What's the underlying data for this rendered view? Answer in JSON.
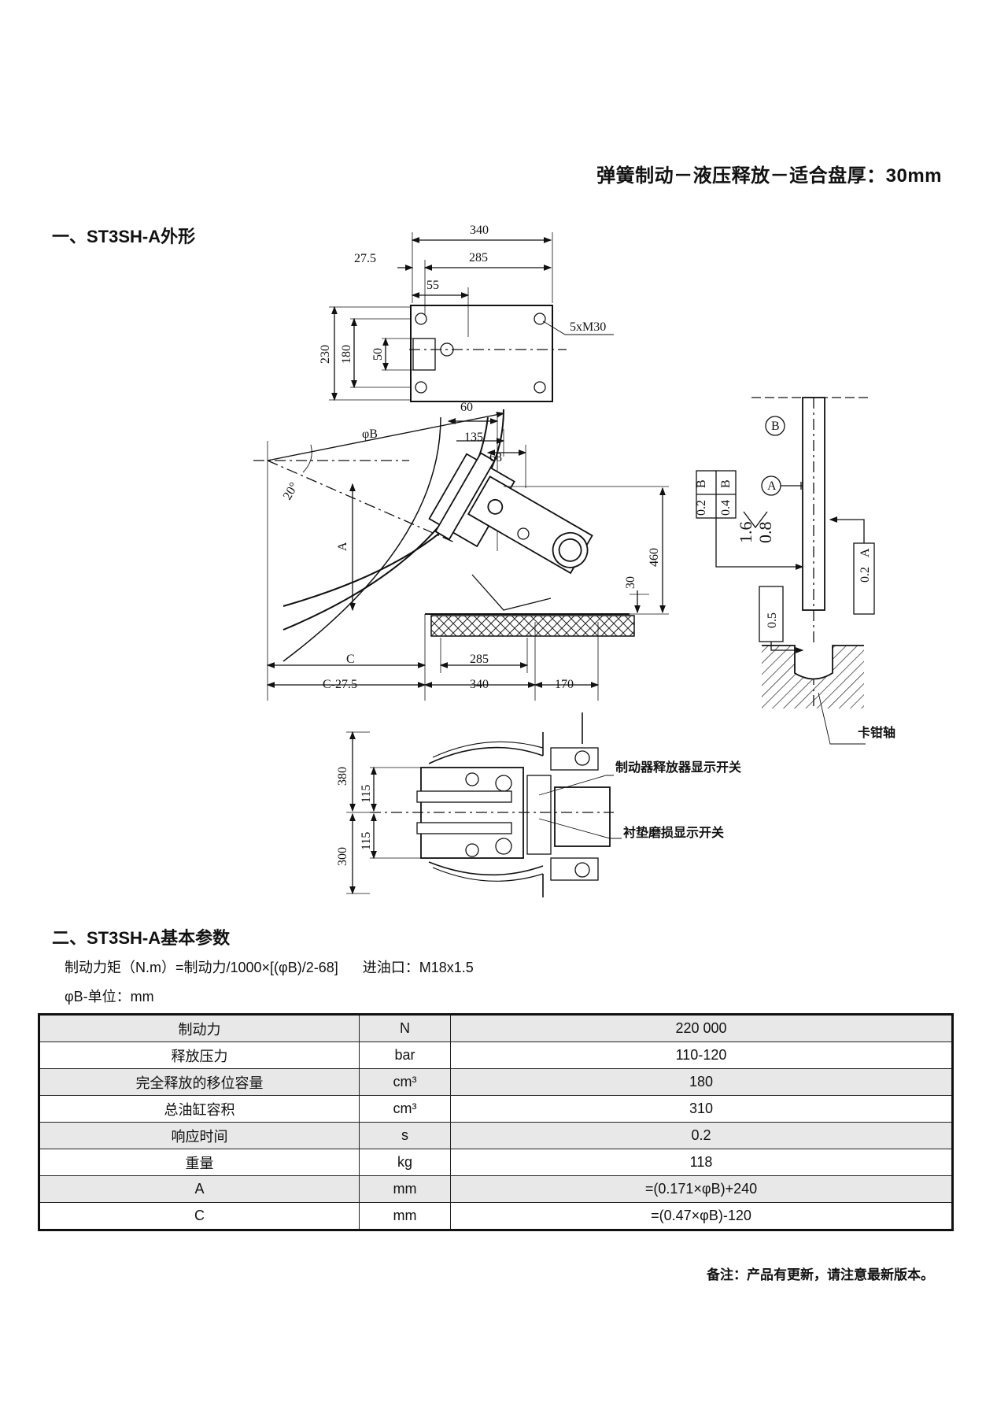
{
  "header": {
    "title": "弹簧制动－液压释放－适合盘厚：30mm"
  },
  "section1": {
    "title": "一、ST3SH-A外形"
  },
  "drawing": {
    "dims": {
      "d340": "340",
      "d27_5": "27.5",
      "d285": "285",
      "d55": "55",
      "d5xM30": "5xM30",
      "d230": "230",
      "d180": "180",
      "d50": "50",
      "d60": "60",
      "phiB": "φB",
      "d135": "135",
      "d68": "68",
      "angle20": "20°",
      "dimA": "A",
      "d460": "460",
      "d30": "30",
      "dimC": "C",
      "bot285": "285",
      "bot340": "340",
      "bot170": "170",
      "botC": "C-27.5",
      "tol02": "0.2",
      "tol04": "0.4",
      "tolB1": "B",
      "tolB2": "B",
      "rough16": "1.6",
      "rough08": "0.8",
      "datumA": "A",
      "datumB": "B",
      "flat05": "0.5",
      "par02": "0.2",
      "parA": "A",
      "side380": "380",
      "side115a": "115",
      "side115b": "115",
      "side300": "300"
    },
    "labels": {
      "caliper_shaft": "卡钳轴",
      "release_switch": "制动器释放器显示开关",
      "wear_switch": "衬垫磨损显示开关"
    }
  },
  "section2": {
    "title": "二、ST3SH-A基本参数"
  },
  "formula": {
    "torque": "制动力矩（N.m）=制动力/1000×[(φB)/2-68]",
    "oil_inlet": "进油口：M18x1.5"
  },
  "unit_note": "φB-单位：mm",
  "table": {
    "rows": [
      {
        "name": "制动力",
        "unit": "N",
        "value": "220 000"
      },
      {
        "name": "释放压力",
        "unit": "bar",
        "value": "110-120"
      },
      {
        "name": "完全释放的移位容量",
        "unit": "cm³",
        "value": "180"
      },
      {
        "name": "总油缸容积",
        "unit": "cm³",
        "value": "310"
      },
      {
        "name": "响应时间",
        "unit": "s",
        "value": "0.2"
      },
      {
        "name": "重量",
        "unit": "kg",
        "value": "118"
      },
      {
        "name": "A",
        "unit": "mm",
        "value": "=(0.171×φB)+240"
      },
      {
        "name": "C",
        "unit": "mm",
        "value": "=(0.47×φB)-120"
      }
    ]
  },
  "footnote": "备注：产品有更新，请注意最新版本。"
}
